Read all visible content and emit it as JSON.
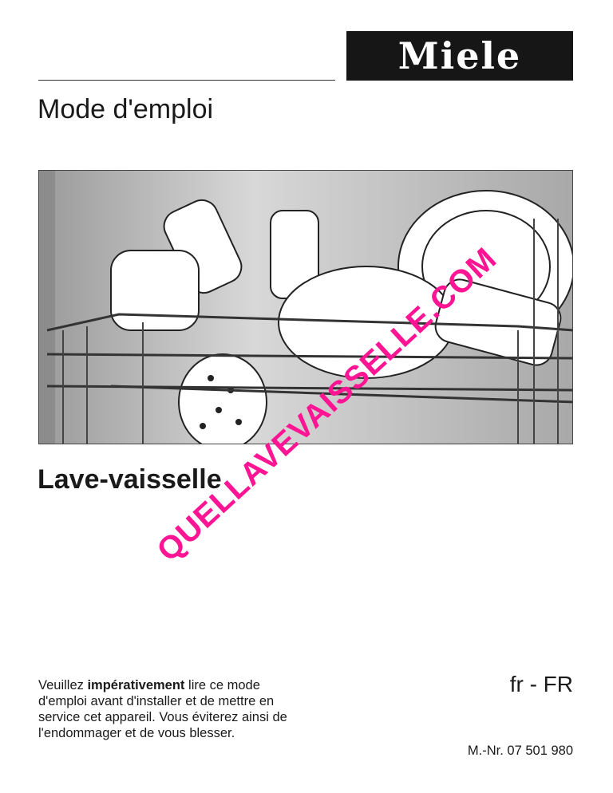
{
  "brand": {
    "logo_text": "Miele"
  },
  "header": {
    "title": "Mode d'emploi"
  },
  "product": {
    "name": "Lave-vaisselle"
  },
  "notice": {
    "before": "Veuillez ",
    "bold": "impérativement",
    "after": " lire ce mode d'emploi avant d'installer et de mettre en service cet appareil. Vous éviterez ainsi de l'endommager et de vous blesser."
  },
  "language": "fr - FR",
  "material_number": "M.-Nr. 07 501 980",
  "watermark": "QUELLAVEVAISSELLE.COM",
  "colors": {
    "watermark": "#ff1493",
    "logo_bg": "#161616"
  }
}
